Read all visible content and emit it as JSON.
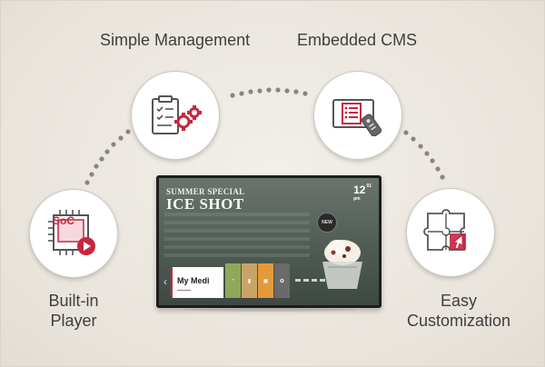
{
  "features": {
    "management": {
      "label": "Simple Management",
      "icon": "clipboard-gears-icon"
    },
    "cms": {
      "label": "Embedded CMS",
      "icon": "monitor-remote-icon"
    },
    "player": {
      "label_line1": "Built-in",
      "label_line2": "Player",
      "chip_text": "SoC",
      "icon": "soc-chip-play-icon"
    },
    "customization": {
      "label_line1": "Easy",
      "label_line2": "Customization",
      "icon": "puzzle-hand-icon"
    }
  },
  "tv": {
    "headline_small": "SUMMER SPECIAL",
    "headline": "ICE SHOT",
    "clock_hour": "12",
    "clock_min": "01",
    "clock_suffix": "pm",
    "badge": "NEW",
    "launcher": {
      "card_title": "My Medi"
    }
  },
  "colors": {
    "accent_red": "#c7263e",
    "text": "#3f3f3f",
    "background": "#ebe6df",
    "dot": "#8a8580",
    "tile_green": "#8fa85a",
    "tile_orange": "#e39a3a",
    "tile_tan": "#c9a467",
    "tile_gray": "#6a6a6a"
  }
}
